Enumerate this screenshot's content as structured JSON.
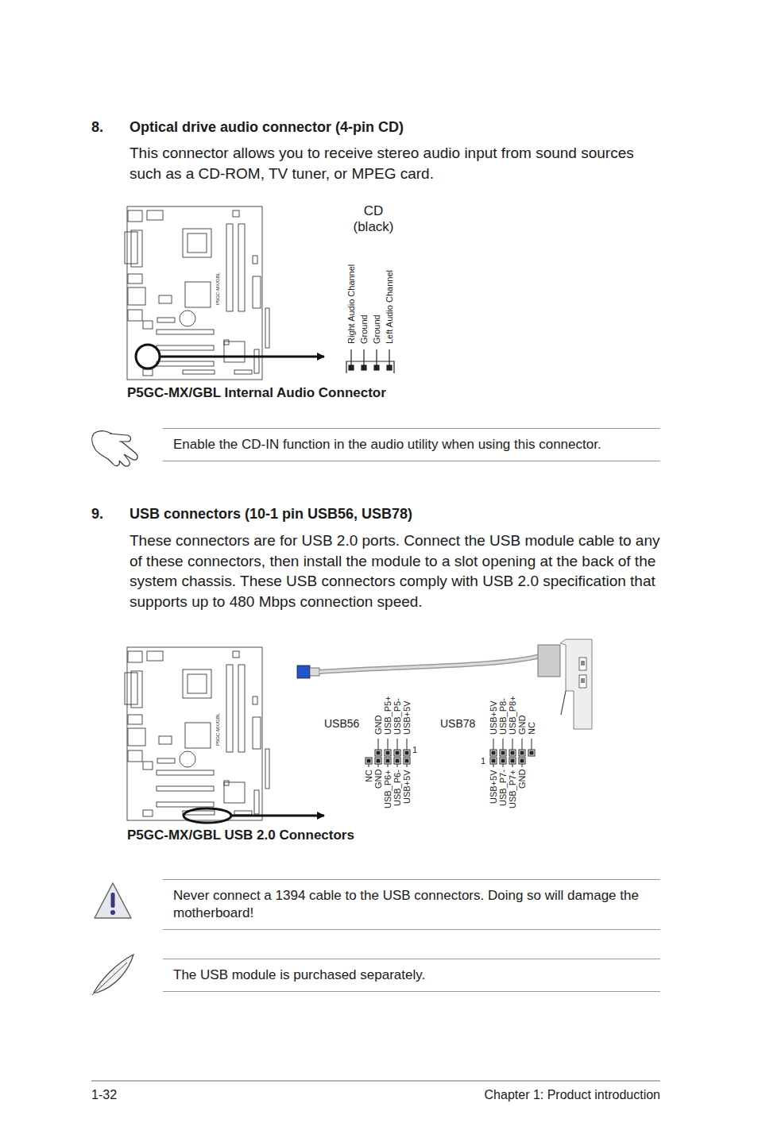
{
  "diagram": {
    "nodes": [
      {
        "text": [
          "Enable the CD-IN function in the audio utility when using this connector."
        ]
      },
      {
        "text": [
          "Never connect a 1394 cable to the USB connectors. Doing so will damage the motherboard!"
        ]
      },
      {
        "text": [
          "The USB module is purchased separately."
        ]
      }
    ],
    "labels": [
      "8.",
      "Optical drive audio connector (4-pin CD)",
      "This connector allows you to receive stereo audio input from sound sources such as a CD-ROM, TV tuner, or MPEG card.",
      "CD (black)",
      "Right Audio Channel",
      "Ground",
      "Ground",
      "Left Audio Channel",
      "P5GC-MX/GBL",
      "P5GC-MX/GBL Internal Audio Connector",
      "9.",
      "USB connectors (10-1 pin USB56, USB78)",
      "These connectors are for USB 2.0 ports. Connect the USB module cable to any of these connectors, then install the module to a slot opening at the back of the system chassis. These USB connectors comply with USB 2.0 specification that supports up to 480 Mbps connection speed.",
      "USB56",
      "GND",
      "USB_P5+",
      "USB_P5-",
      "USB+5V",
      "1",
      "NC",
      "GND",
      "USB_P6+",
      "USB_P6-",
      "USB+5V",
      "USB78",
      "USB+5V",
      "USB_P8-",
      "USB_P8+",
      "GND",
      "NC",
      "1",
      "USB+5V",
      "USB_P7-",
      "USB_P7+",
      "GND",
      "P5GC-MX/GBL",
      "P5GC-MX/GBL USB 2.0 Connectors",
      "1-32",
      "Chapter 1: Product introduction"
    ]
  }
}
